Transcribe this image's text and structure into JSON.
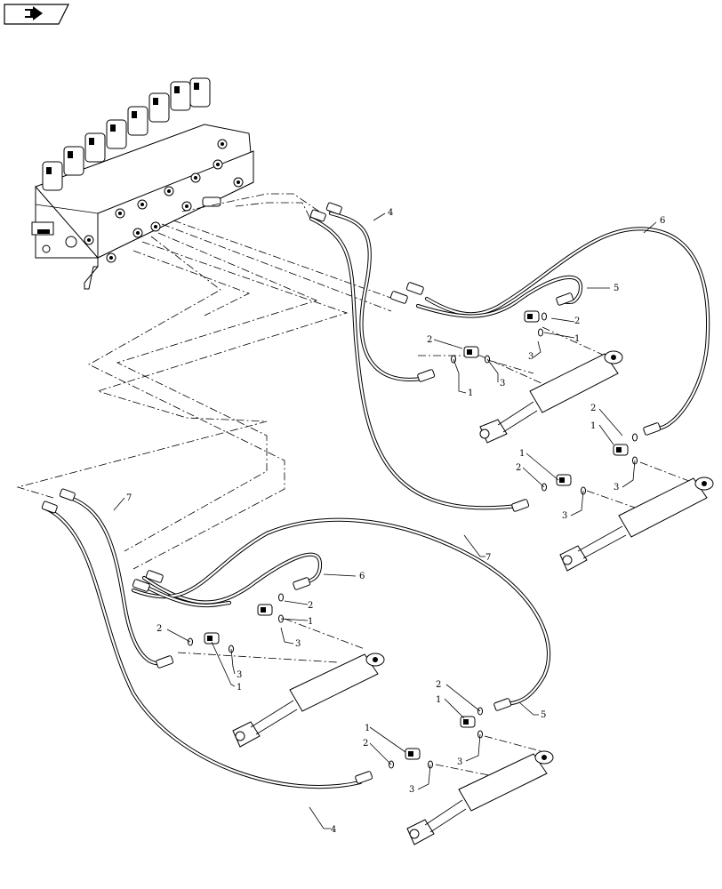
{
  "diagram": {
    "callouts": {
      "c1a": "1",
      "c2a": "2",
      "c3a": "3",
      "c1b": "1",
      "c2b": "2",
      "c3b": "3",
      "c1c": "1",
      "c2c": "2",
      "c3c": "3",
      "c1d": "1",
      "c2d": "2",
      "c3d": "3",
      "c1e": "1",
      "c2e": "2",
      "c3e": "3",
      "c1f": "1",
      "c2f": "2",
      "c3f": "3",
      "c1g": "1",
      "c2g": "2",
      "c3g": "3",
      "c1h": "1",
      "c2h": "2",
      "c3h": "3",
      "c4a": "4",
      "c4b": "4",
      "c5a": "5",
      "c5b": "5",
      "c6a": "6",
      "c6b": "6",
      "c7a": "7",
      "c7b": "7"
    }
  }
}
